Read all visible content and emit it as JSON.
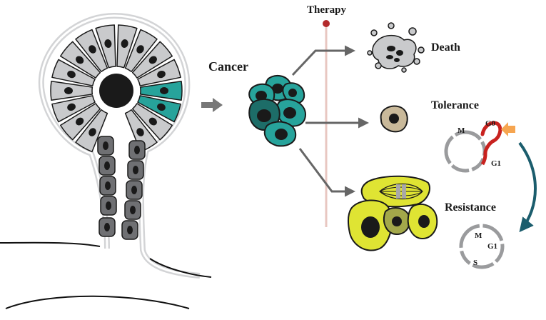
{
  "labels": {
    "therapy": "Therapy",
    "cancer": "Cancer",
    "death": "Death",
    "tolerance": "Tolerance",
    "resistance": "Resistance"
  },
  "cycle_tolerance": {
    "m": "M",
    "g0": "G0",
    "g1": "G1"
  },
  "cycle_resistance": {
    "m": "M",
    "g1": "G1",
    "s": "S"
  },
  "colors": {
    "gray_cell": "#c9cacc",
    "dark_cell": "#6f7073",
    "nucleus": "#1a1a1a",
    "teal": "#27a39b",
    "dark_teal": "#1d6d68",
    "yellow": "#dfe433",
    "olive": "#a3a84a",
    "tan": "#c9b99a",
    "therapy_line": "#e8c7c1",
    "therapy_dot": "#b3292b",
    "arrow": "#666666",
    "g0_red": "#c8221f",
    "orange": "#f6a550",
    "curved_arrow": "#1b5d6d"
  },
  "icons": [
    "therapy-marker-icon",
    "right-arrow-icon",
    "curved-arrow-icon",
    "orange-arrow-icon"
  ]
}
